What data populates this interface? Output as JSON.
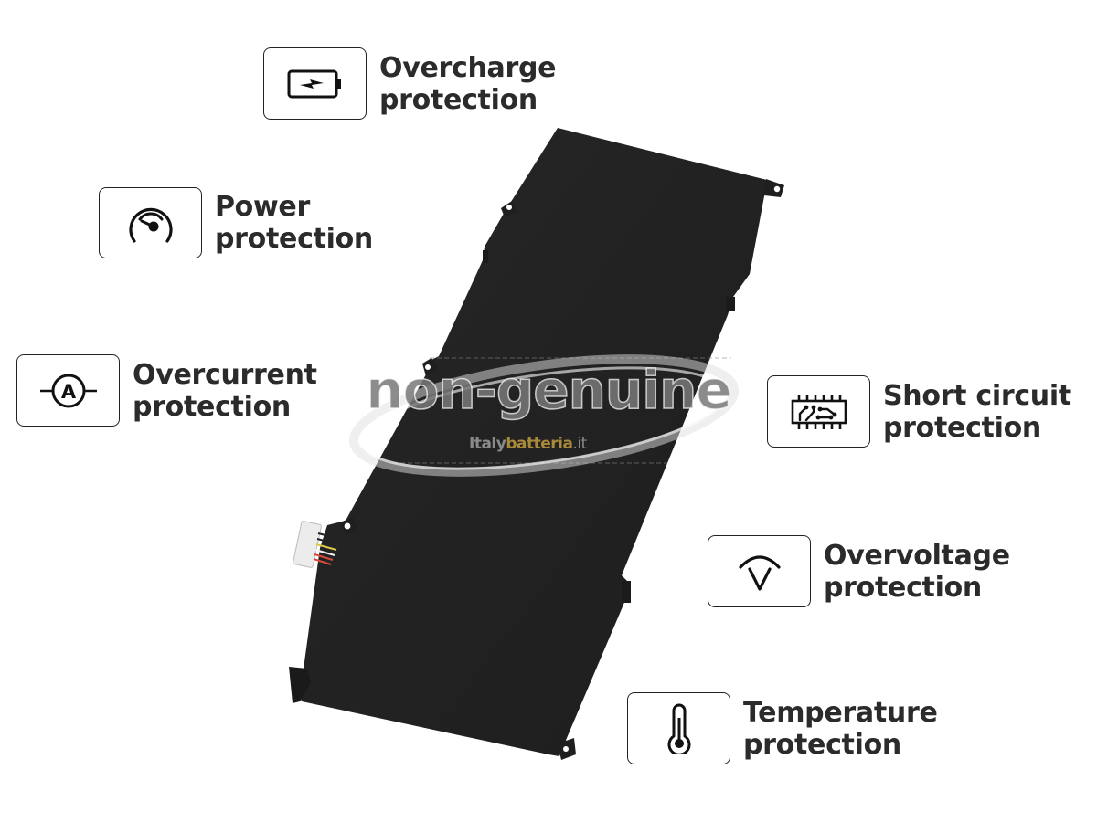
{
  "features": [
    {
      "id": "overcharge",
      "icon": "battery-bolt-icon",
      "line1": "Overcharge",
      "line2": "protection"
    },
    {
      "id": "power",
      "icon": "gauge-icon",
      "line1": "Power",
      "line2": "protection"
    },
    {
      "id": "overcurrent",
      "icon": "ammeter-icon",
      "line1": "Overcurrent",
      "line2": "protection"
    },
    {
      "id": "short_circuit",
      "icon": "circuit-chip-icon",
      "line1": "Short circuit",
      "line2": "protection"
    },
    {
      "id": "overvoltage",
      "icon": "voltmeter-icon",
      "line1": "Overvoltage",
      "line2": "protection"
    },
    {
      "id": "temperature",
      "icon": "thermometer-icon",
      "line1": "Temperature",
      "line2": "protection"
    }
  ],
  "watermark": {
    "main": "non-genuine",
    "brand_part1": "Italy",
    "brand_part2": "batteria",
    "brand_part3": ".it",
    "brand_accent": "#a88a3a"
  },
  "colors": {
    "battery_body": "#232323",
    "text": "#2b2b2b",
    "border": "#222222"
  }
}
